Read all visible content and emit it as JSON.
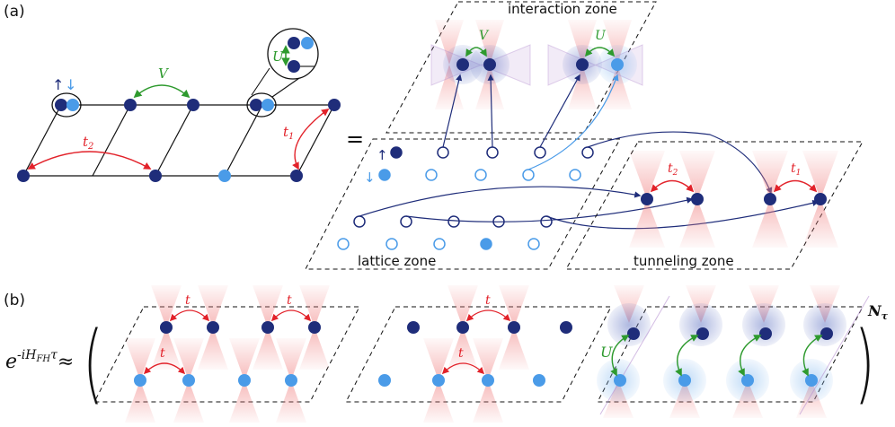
{
  "colors": {
    "dark_blue": "#1f2d7a",
    "light_blue": "#4a9be8",
    "red": "#e2222a",
    "green": "#2e9a2e",
    "beam_red": "#f08080",
    "halo_blue": "#8da0dc",
    "halo_purple": "#b58fd0",
    "halo_light": "#9cc6f2",
    "line": "#111111"
  },
  "labels": {
    "panel_a": "(a)",
    "panel_b": "(b)",
    "spin_up": "↑",
    "spin_down": "↓",
    "V": "V",
    "U": "U",
    "t1": "t",
    "t1_sub": "1",
    "t2": "t",
    "t2_sub": "2",
    "t": "t",
    "equals": "=",
    "interaction_zone": "interaction zone",
    "lattice_zone": "lattice zone",
    "tunneling_zone": "tunneling zone",
    "formula_e": "e",
    "formula_exp": "-iH",
    "formula_exp_sub": "FH",
    "formula_tau": "τ",
    "approx": "≈",
    "paren_left": "(",
    "paren_right": ")",
    "N": "N",
    "N_sub": "τ"
  }
}
